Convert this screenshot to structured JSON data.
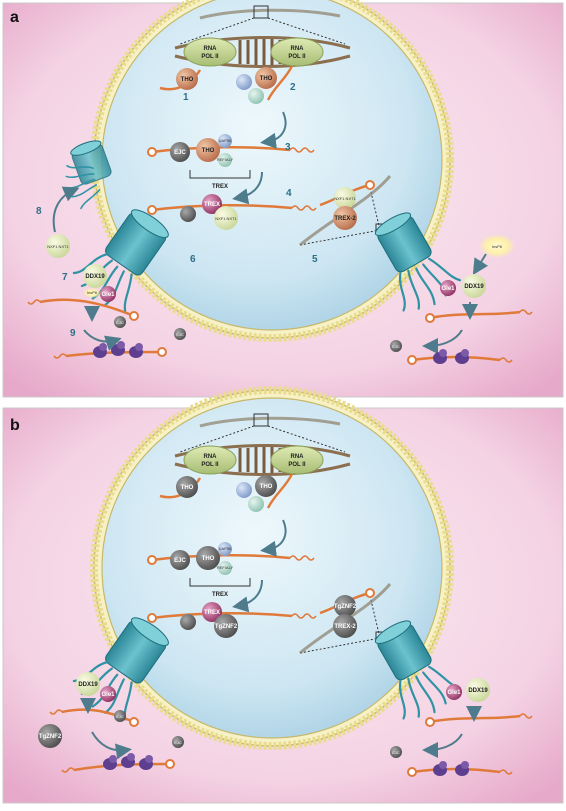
{
  "figure": {
    "panel_a": {
      "letter": "a",
      "rnapol_left": [
        "RNA",
        "POL II"
      ],
      "rnapol_right": [
        "RNA",
        "POL II"
      ],
      "tho": "THO",
      "tho2": "THO",
      "tho3": "THO",
      "uap56": "UAP56",
      "yra1": "REF/ALY",
      "ejc": "EJC",
      "trex": "TREX",
      "trex_mol": "TREX",
      "nxf1": "NXF1 NXT1",
      "trex2": "TREX-2",
      "nxf1_b": "NXF1 NXT1",
      "nxf1_c": "NXF1 NXT1",
      "ddx19": "DDX19",
      "gle1": "Gle1",
      "insp6": "InsP6",
      "insp6_r": "InsP6",
      "gle1_r": "Gle1",
      "ddx19_r": "DDX19",
      "ejc_c1": "EJC",
      "ejc_c2": "EJC",
      "ejc_c3": "EJC",
      "steps": [
        "1",
        "2",
        "3",
        "4",
        "5",
        "6",
        "7",
        "8",
        "9"
      ]
    },
    "panel_b": {
      "letter": "b",
      "rnapol_left": [
        "RNA",
        "POL II"
      ],
      "rnapol_right": [
        "RNA",
        "POL II"
      ],
      "tho": "THO",
      "tho2": "THO",
      "tho3": "THO",
      "uap56": "UAP56",
      "yra1": "REF/ALY",
      "ejc": "EJC",
      "trex": "TREX",
      "trex_mol": "TREX",
      "tgznf2": "TgZNF2",
      "tgznf2_b": "TgZNF2",
      "trex2": "TREX-2",
      "ddx19": "DDX19",
      "gle1": "Gle1",
      "tgznf2_c": "TgZNF2",
      "gle1_r": "Gle1",
      "ddx19_r": "DDX19",
      "ejc_c1": "EJC",
      "ejc_c2": "EJC",
      "ejc_c3": "EJC"
    },
    "colors": {
      "nucleus": "#cfe8f3",
      "cytoplasm": "#f3d2e3",
      "pore": "#3a9fae",
      "mrna": "#e07a3a",
      "ribosome": "#5a3a86",
      "grey_protein": "#6f6f6f",
      "green_protein": "#d8e6a8"
    }
  }
}
